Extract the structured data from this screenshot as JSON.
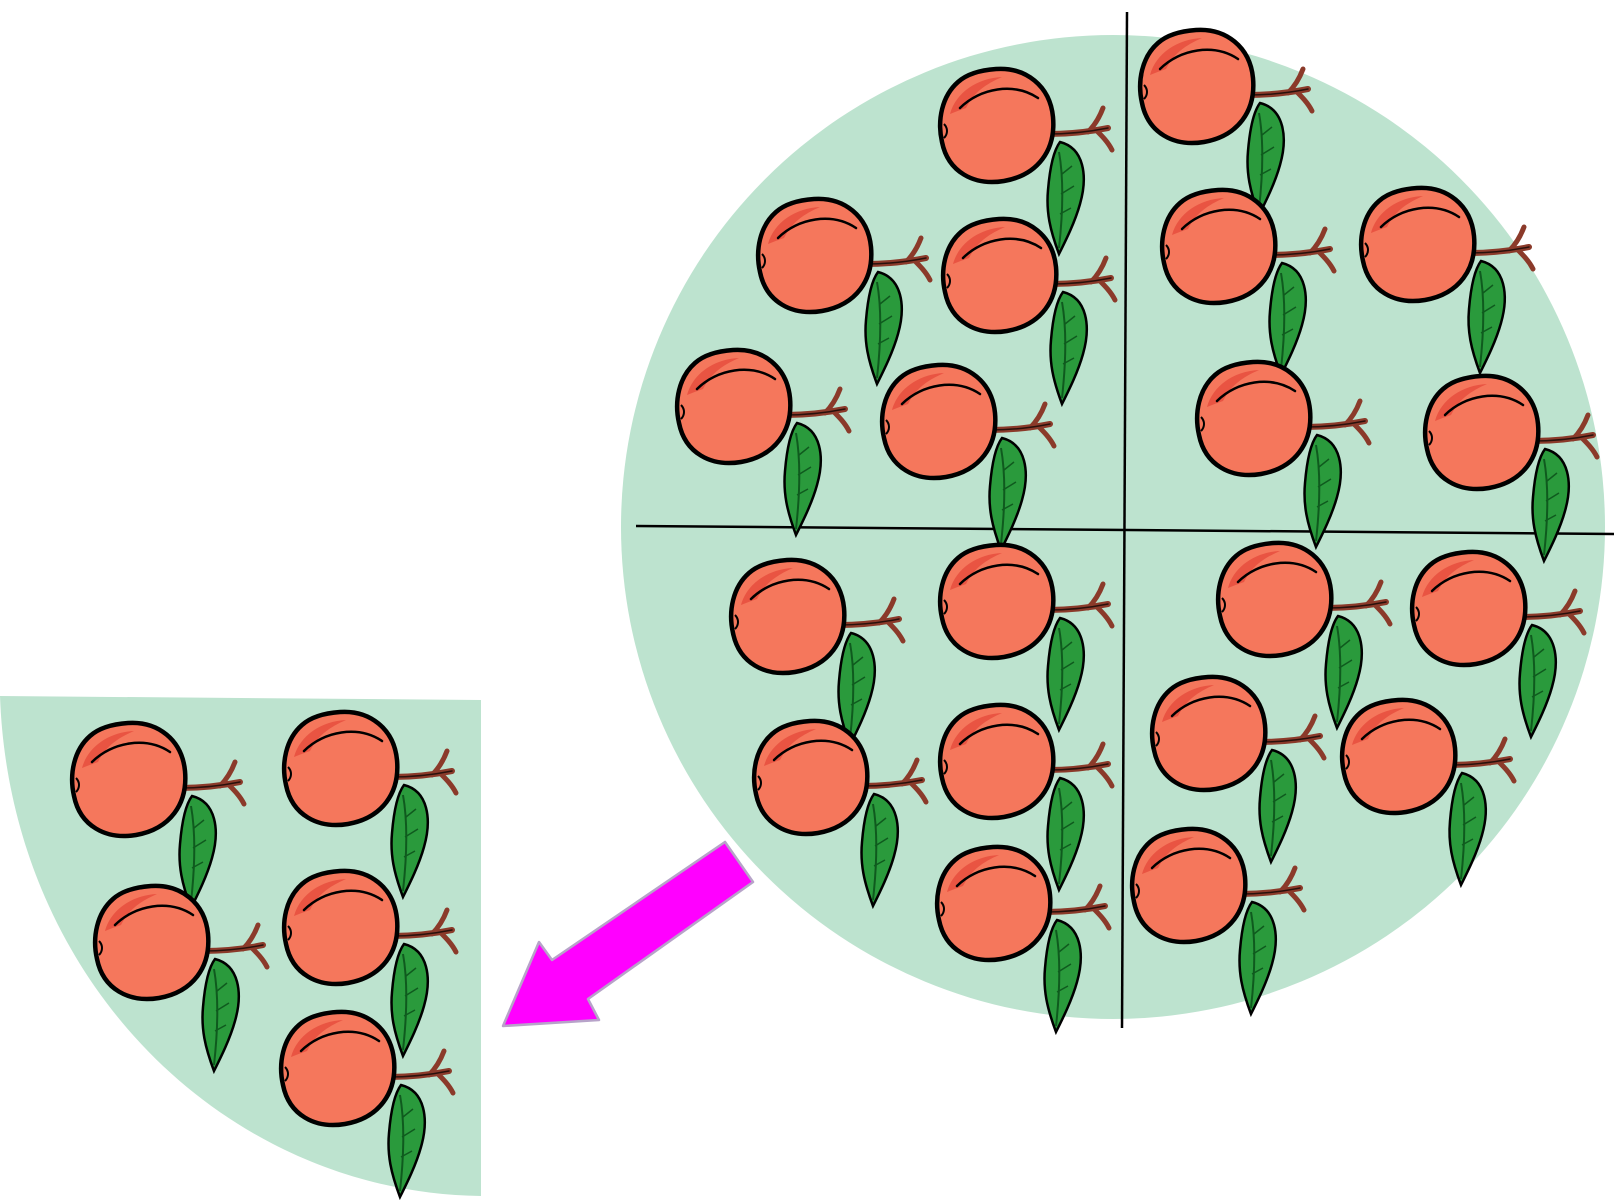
{
  "colors": {
    "background": "#ffffff",
    "plate": "#bde3cf",
    "peach": "#f5775c",
    "peach_highlight": "#e8503f",
    "outline": "#000000",
    "stem": "#8b3a2a",
    "leaf": "#2a9a3c",
    "leaf_dark": "#0f5a1e",
    "arrow": "#ff00ff",
    "arrow_outline": "#b7a3c9",
    "divider": "#000000"
  },
  "icons": {
    "peach": "peach-icon",
    "arrow": "arrow-icon"
  },
  "diagram": {
    "whole_plate": {
      "quarters": 4,
      "peach_counts": [
        5,
        5,
        5,
        5
      ],
      "total_peaches": 20
    },
    "removed_quarter": {
      "peach_count": 5
    }
  }
}
